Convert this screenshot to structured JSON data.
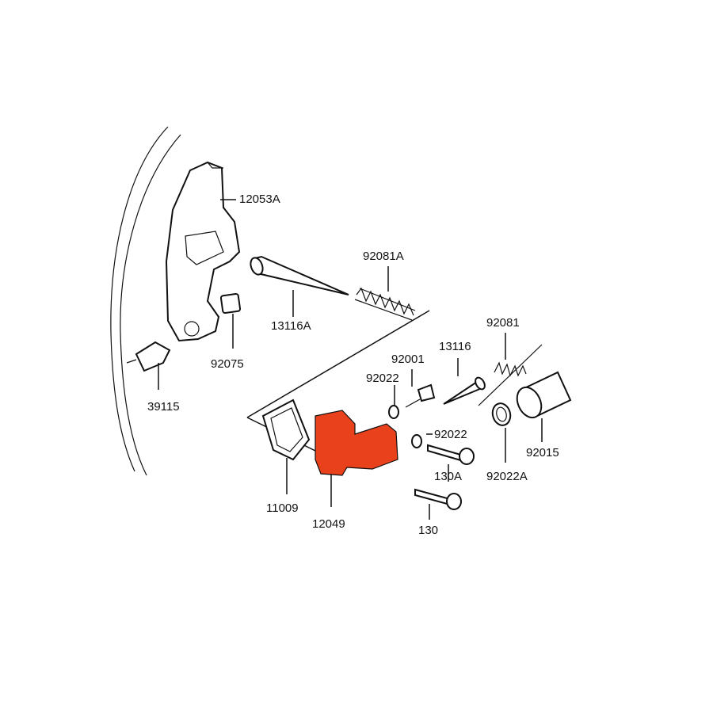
{
  "colors": {
    "highlight": "#e8411c",
    "line": "#111111",
    "background": "#ffffff"
  },
  "parts": [
    {
      "id": "p1",
      "label": "12053A"
    },
    {
      "id": "p2",
      "label": "92081A"
    },
    {
      "id": "p3",
      "label": "13116A"
    },
    {
      "id": "p4",
      "label": "92075"
    },
    {
      "id": "p5",
      "label": "39115"
    },
    {
      "id": "p6",
      "label": "13116"
    },
    {
      "id": "p7",
      "label": "92081"
    },
    {
      "id": "p8",
      "label": "92001"
    },
    {
      "id": "p9",
      "label": "92022"
    },
    {
      "id": "p10",
      "label": "92022"
    },
    {
      "id": "p11",
      "label": "130A"
    },
    {
      "id": "p12",
      "label": "92022A"
    },
    {
      "id": "p13",
      "label": "92015"
    },
    {
      "id": "p14",
      "label": "11009"
    },
    {
      "id": "p15",
      "label": "12049"
    },
    {
      "id": "p16",
      "label": "130"
    }
  ]
}
